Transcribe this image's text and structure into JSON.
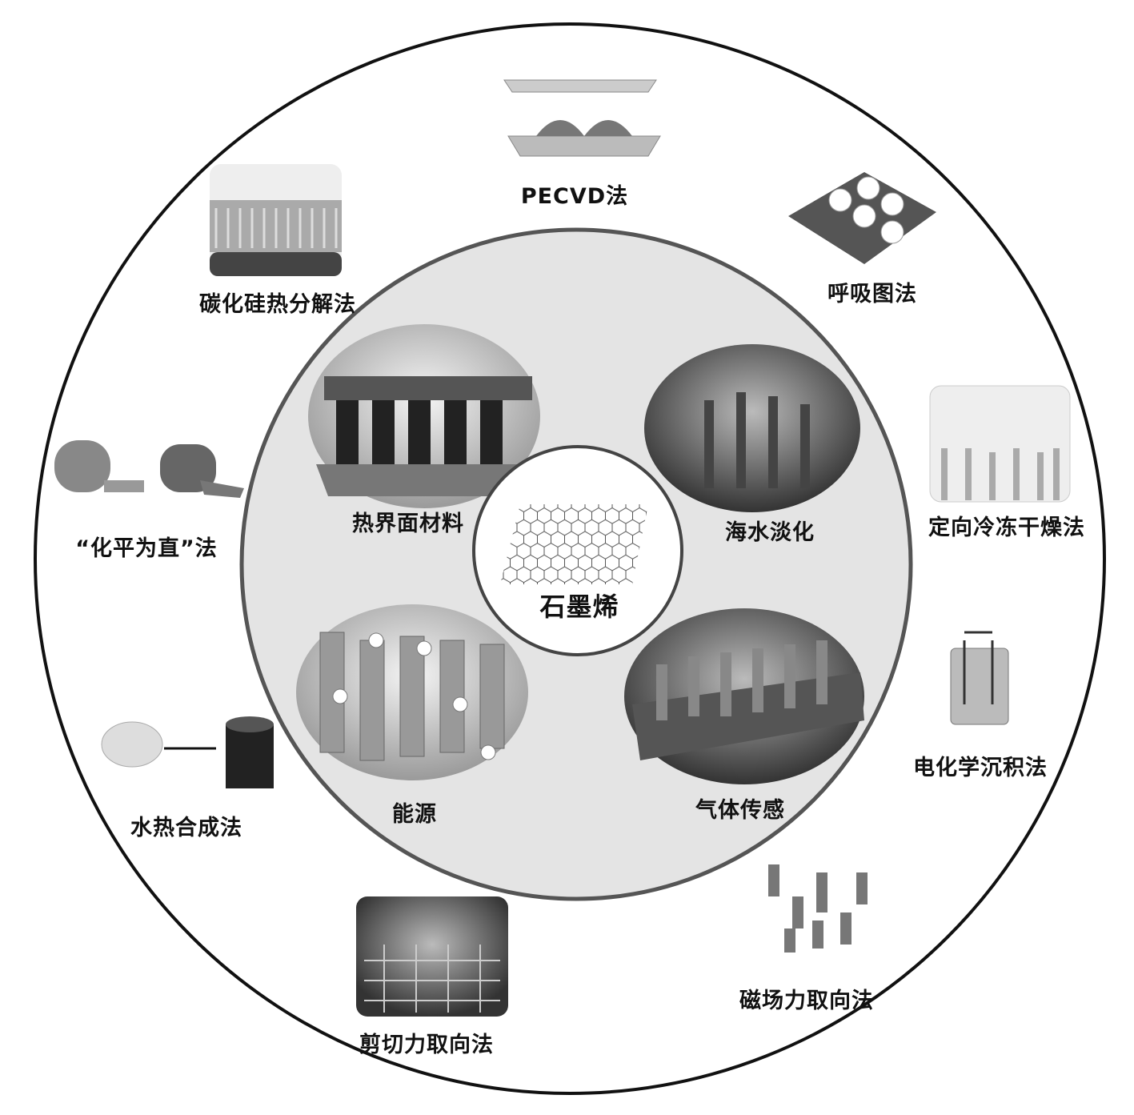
{
  "center": {
    "label": "石墨烯"
  },
  "applications": [
    {
      "label": "热界面材料"
    },
    {
      "label": "海水淡化"
    },
    {
      "label": "能源"
    },
    {
      "label": "气体传感"
    }
  ],
  "methods": [
    {
      "label": "PECVD法"
    },
    {
      "label": "呼吸图法"
    },
    {
      "label": "定向冷冻干燥法"
    },
    {
      "label": "电化学沉积法"
    },
    {
      "label": "磁场力取向法"
    },
    {
      "label": "剪切力取向法"
    },
    {
      "label": "水热合成法"
    },
    {
      "label": "“化平为直”法"
    },
    {
      "label": "碳化硅热分解法"
    }
  ],
  "colors": {
    "outer_ring": "#111111",
    "inner_disc": "#e4e4e4",
    "inner_ring": "#555555"
  }
}
